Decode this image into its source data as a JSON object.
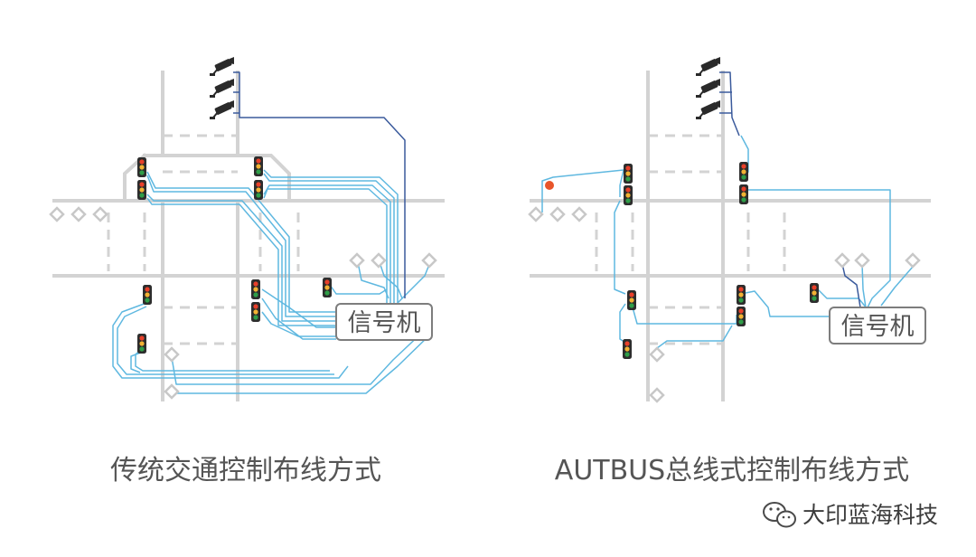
{
  "left_panel": {
    "caption": "传统交通控制布线方式",
    "controller_label": "信号机"
  },
  "right_panel": {
    "caption": "AUTBUS总线式控制布线方式",
    "controller_label": "信号机"
  },
  "watermark": {
    "text": "大印蓝海科技",
    "icon": "wechat-icon"
  },
  "colors": {
    "road": "#d3d3d3",
    "wire": "#5fb8e0",
    "camera_wire": "#3a5a9c",
    "text": "#555555",
    "light_red": "#e8402a",
    "light_yellow": "#f2b233",
    "light_green": "#2f9e48"
  },
  "icons": [
    "traffic-light-icon",
    "camera-icon",
    "diamond-detector-icon",
    "wechat-icon"
  ]
}
